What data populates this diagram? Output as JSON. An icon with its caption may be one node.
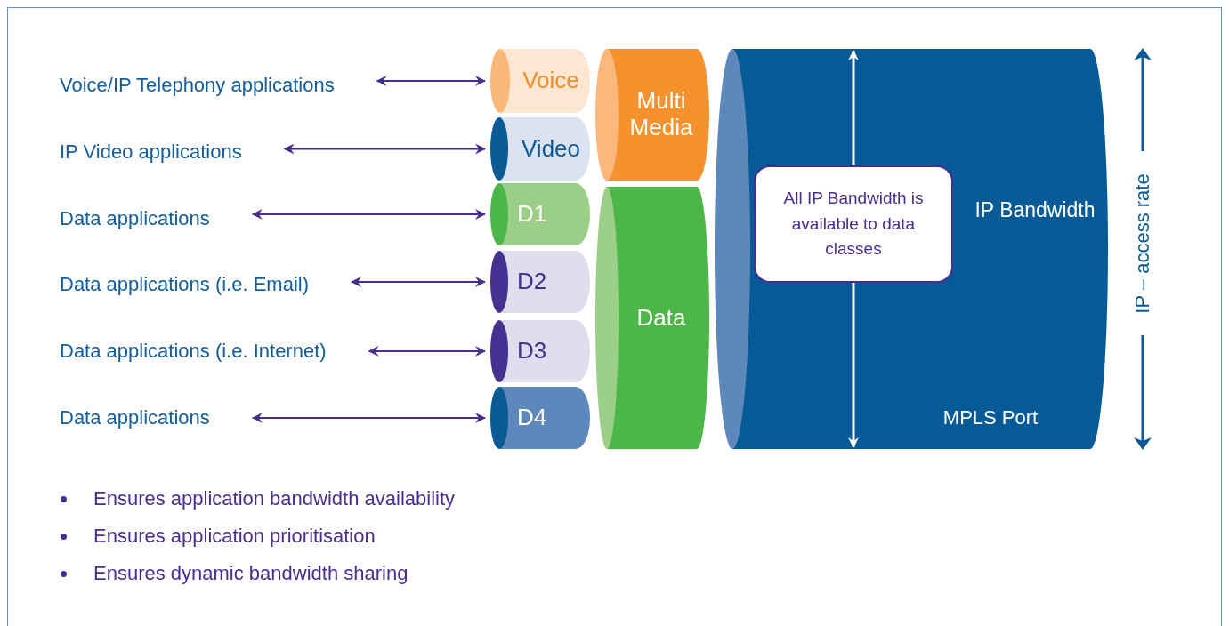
{
  "diagram": {
    "nodes": [
      {
        "text": [
          "Voice/IP Telephony applications"
        ]
      },
      {
        "text": [
          "IP Video applications"
        ]
      },
      {
        "text": [
          "Data applications"
        ]
      },
      {
        "text": [
          "Data applications (i.e. Email)"
        ]
      },
      {
        "text": [
          "Data applications (i.e. Internet)"
        ]
      },
      {
        "text": [
          "Data applications"
        ]
      },
      {
        "text": [
          "Voice"
        ]
      },
      {
        "text": [
          "Video"
        ]
      },
      {
        "text": [
          "D1"
        ]
      },
      {
        "text": [
          "D2"
        ]
      },
      {
        "text": [
          "D3"
        ]
      },
      {
        "text": [
          "D4"
        ]
      },
      {
        "text": [
          "Multi Media"
        ]
      },
      {
        "text": [
          "Data"
        ]
      },
      {
        "text": [
          "IP Bandwidth",
          "MPLS Port"
        ]
      },
      {
        "text": [
          "All IP Bandwidth is available to data classes"
        ],
        "in": 14
      }
    ],
    "edges": [
      {
        "from": 0,
        "to": 6,
        "arrow": "both"
      },
      {
        "from": 1,
        "to": 7,
        "arrow": "both"
      },
      {
        "from": 2,
        "to": 8,
        "arrow": "both"
      },
      {
        "from": 3,
        "to": 9,
        "arrow": "both"
      },
      {
        "from": 4,
        "to": 10,
        "arrow": "both"
      },
      {
        "from": 5,
        "to": 11,
        "arrow": "both"
      },
      {
        "from": 15,
        "to": null,
        "arrow": "to",
        "color": "#ffffff"
      },
      {
        "from": 15,
        "to": null,
        "arrow": "to",
        "color": "#ffffff"
      }
    ],
    "labels": [
      "IP – access rate",
      "Ensures application bandwidth availability",
      "Ensures application prioritisation",
      "Ensures dynamic bandwidth sharing"
    ]
  }
}
